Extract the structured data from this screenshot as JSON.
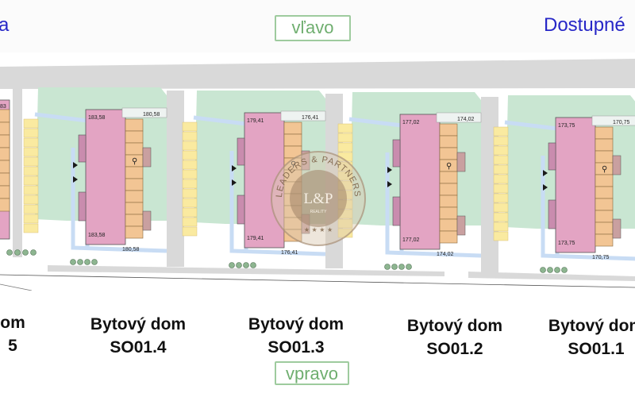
{
  "header": {
    "left_fragment": "a",
    "right_fragment": "Dostupné",
    "nav_left": "vľavo",
    "nav_right": "vpravo"
  },
  "buildings": [
    {
      "line1": "Bytový dom",
      "line2": "SO01.4",
      "top_val": "183,58",
      "top_right_val": "180,58",
      "bottom_left_val": "183,58",
      "bottom_right_val": "180,58"
    },
    {
      "line1": "Bytový dom",
      "line2": "SO01.3",
      "top_val": "179,41",
      "top_right_val": "176,41",
      "bottom_left_val": "179,41",
      "bottom_right_val": "176,41"
    },
    {
      "line1": "Bytový dom",
      "line2": "SO01.2",
      "top_val": "177,02",
      "top_right_val": "174,02",
      "bottom_left_val": "177,02",
      "bottom_right_val": "174,02"
    },
    {
      "line1": "Bytový dom",
      "line2": "SO01.1",
      "top_val": "173,75",
      "top_right_val": "170,75",
      "bottom_left_val": "173,75",
      "bottom_right_val": "170,75"
    }
  ],
  "partial_left": {
    "line1": "om",
    "line2": "5",
    "top_val": "83"
  },
  "watermark": {
    "brand": "LEADERS & PARTNERS",
    "logo": "L&P",
    "sub": "REALITY"
  },
  "colors": {
    "header_text": "#2727c7",
    "nav_border": "#9ecb9e",
    "nav_text": "#6fae6f",
    "building": "#e3a4c3",
    "balcony": "#f2c594",
    "parking": "#faeaa0",
    "lawn": "#c9e6d2",
    "road": "#d9d9d9",
    "path": "#c8dcf4"
  }
}
